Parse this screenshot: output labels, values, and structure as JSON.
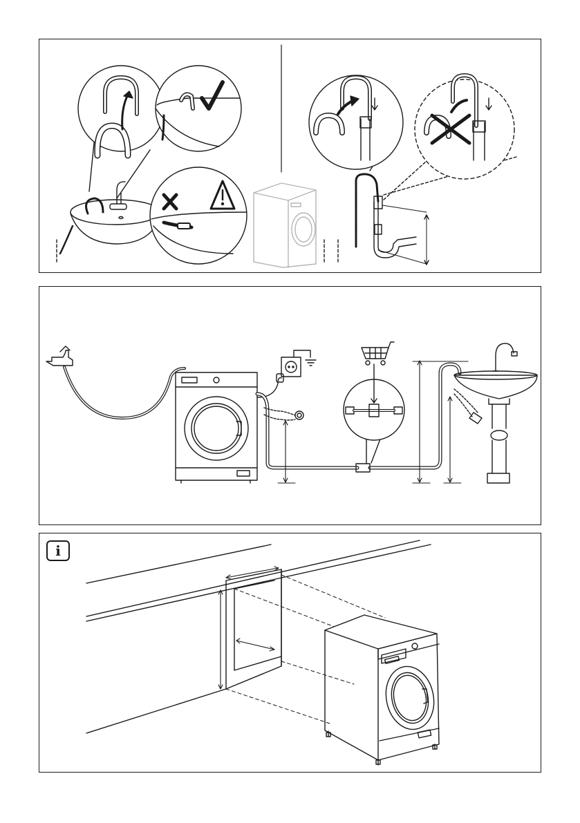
{
  "panels": [
    {
      "id": "drain-hose-setup",
      "marks": {
        "ok": "✔",
        "not_ok": "✘",
        "warning": "!"
      }
    },
    {
      "id": "installation-overview"
    },
    {
      "id": "built-in-installation",
      "badge": {
        "icon": "info-icon",
        "text": "i"
      }
    }
  ],
  "colors": {
    "line": "#1a1a1a",
    "ghost": "#b5b5b5",
    "shade": "#dcdcdc"
  }
}
